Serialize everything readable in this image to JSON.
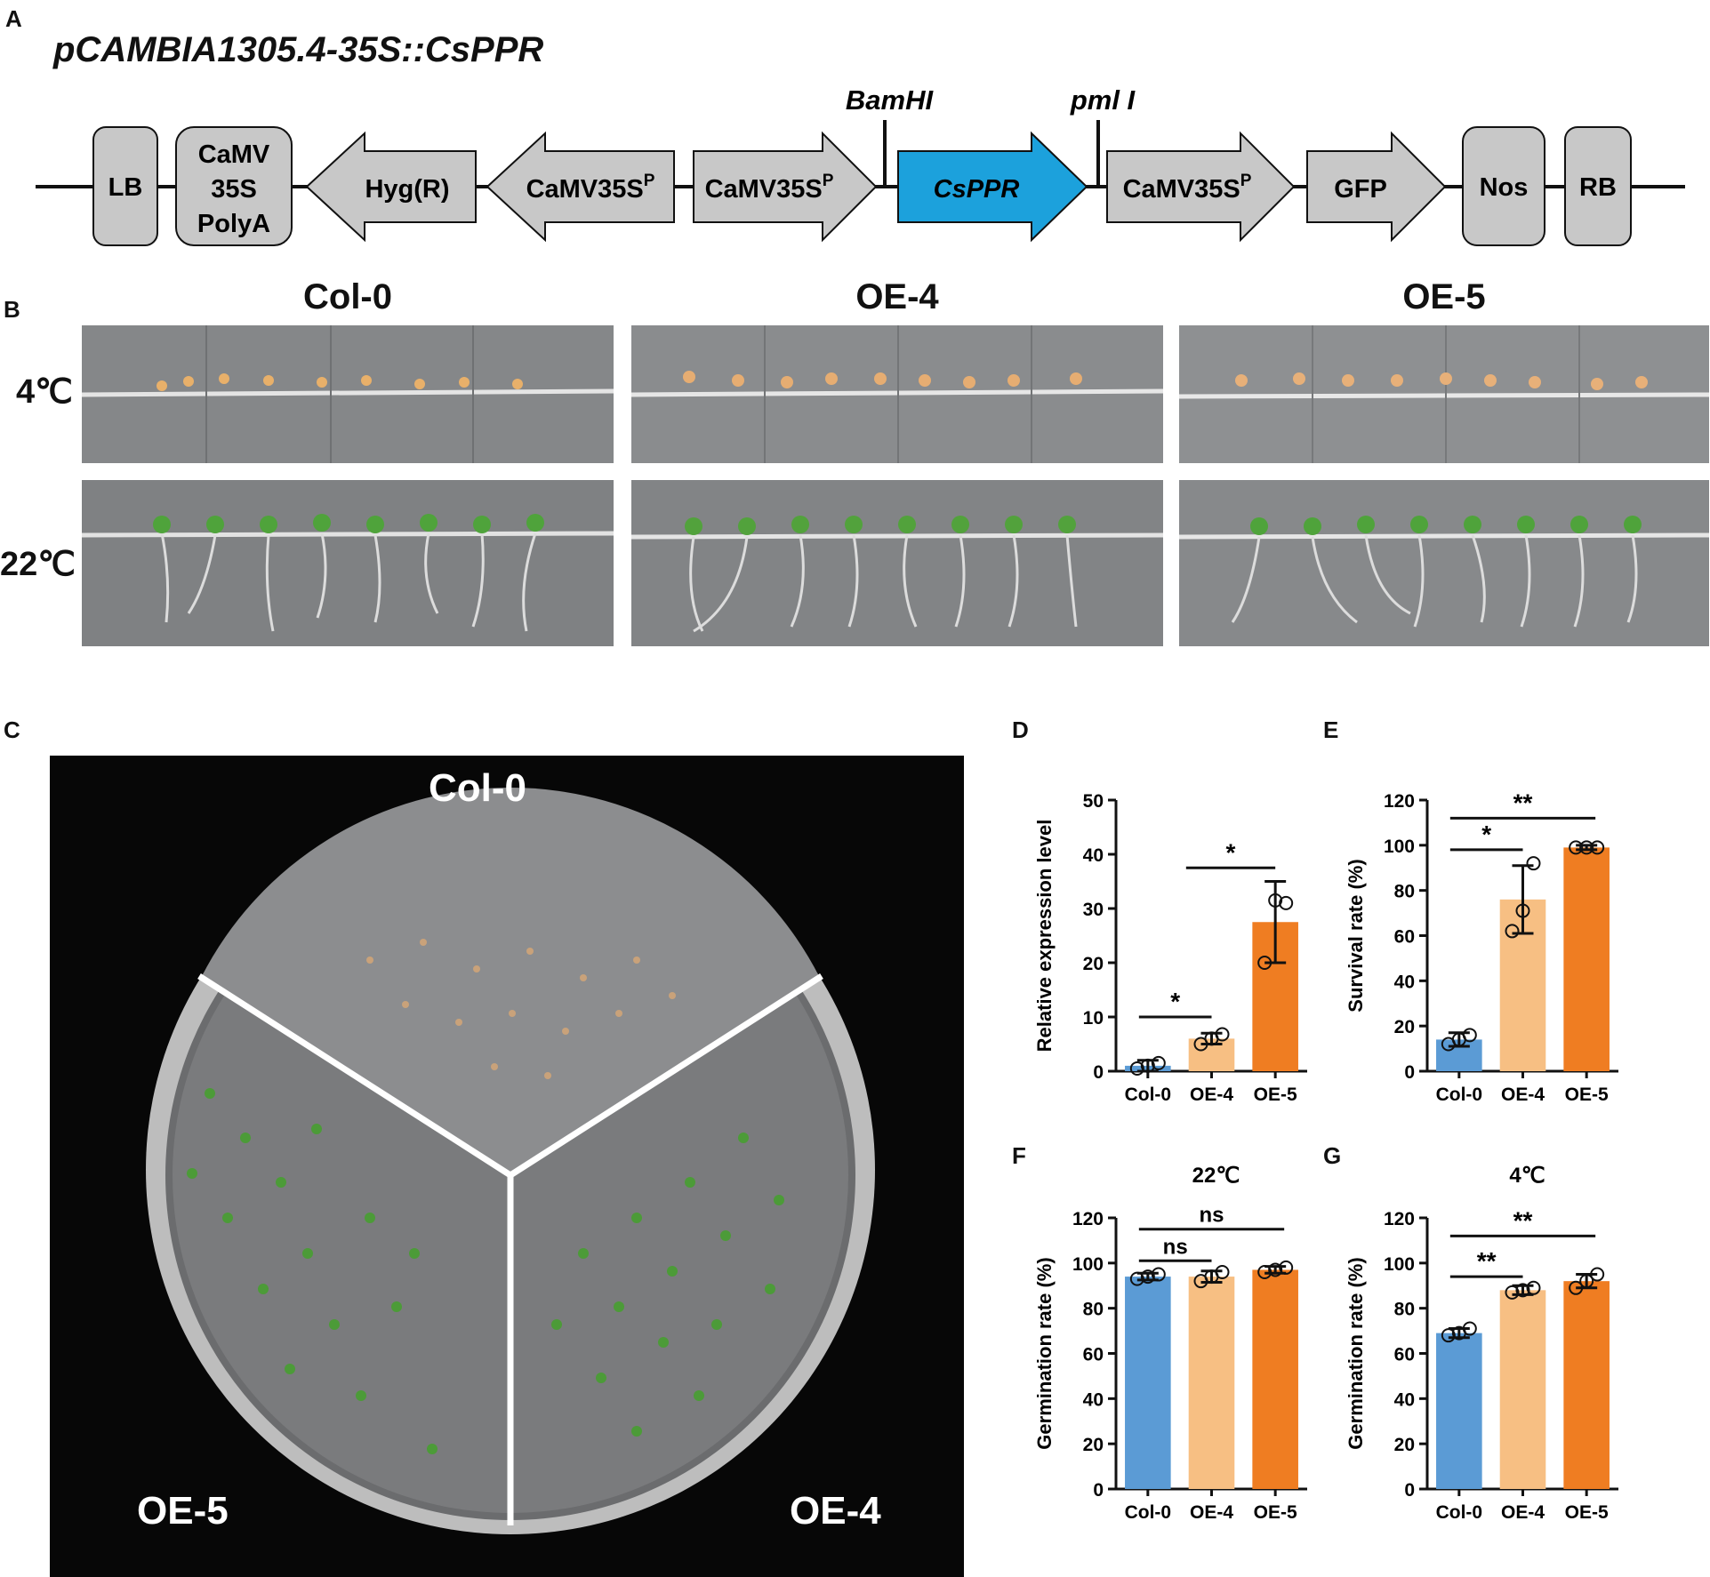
{
  "panels": {
    "a": "A",
    "b": "B",
    "c": "C",
    "d": "D",
    "e": "E",
    "f": "F",
    "g": "G"
  },
  "construct": {
    "title": "pCAMBIA1305.4-35S::CsPPR",
    "site1": "BamHI",
    "site2": "pml I",
    "elements": {
      "lb": "LB",
      "polyA_1": "CaMV",
      "polyA_2": "35S",
      "polyA_3": "PolyA",
      "hyg": "Hyg(R)",
      "camv1": "CaMV35S",
      "camv2": "CaMV35S",
      "csppr": "CsPPR",
      "camv3": "CaMV35S",
      "gfp": "GFP",
      "nos": "Nos",
      "rb": "RB",
      "sup": "P"
    },
    "colors": {
      "box": "#c8c8c8",
      "highlight": "#1ca1dc"
    }
  },
  "seedlings": {
    "columns": [
      "Col-0",
      "OE-4",
      "OE-5"
    ],
    "rows": [
      "4℃",
      "22℃"
    ]
  },
  "plate": {
    "top": "Col-0",
    "left": "OE-5",
    "right": "OE-4"
  },
  "colors": {
    "col0": "#5b9bd5",
    "oe4": "#f7bf83",
    "oe5": "#ef7d22"
  },
  "chart_data": [
    {
      "panel": "D",
      "type": "bar",
      "title": "",
      "categories": [
        "Col-0",
        "OE-4",
        "OE-5"
      ],
      "values": [
        1.0,
        6.0,
        27.5
      ],
      "errors": [
        1.0,
        1.0,
        7.5
      ],
      "points": [
        [
          0.5,
          1.0,
          1.5
        ],
        [
          5.0,
          6.0,
          6.8
        ],
        [
          20.0,
          31.5,
          31.0
        ]
      ],
      "ylabel": "Relative expression level",
      "ylim": [
        0,
        50
      ],
      "yticks": [
        "0",
        "10",
        "20",
        "30",
        "40",
        "50"
      ],
      "significance": [
        {
          "from": 0,
          "to": 1,
          "label": "*",
          "y": 10
        },
        {
          "from": 0.6,
          "to": 2,
          "label": "*",
          "y": 37.5
        }
      ]
    },
    {
      "panel": "E",
      "type": "bar",
      "title": "",
      "categories": [
        "Col-0",
        "OE-4",
        "OE-5"
      ],
      "values": [
        14,
        76,
        99
      ],
      "errors": [
        3,
        15,
        1
      ],
      "points": [
        [
          12,
          14,
          16
        ],
        [
          62,
          71,
          92
        ],
        [
          99,
          99,
          99
        ]
      ],
      "ylabel": "Survival rate (%)",
      "ylim": [
        0,
        120
      ],
      "yticks": [
        "0",
        "20",
        "40",
        "60",
        "80",
        "100",
        "120"
      ],
      "significance": [
        {
          "from": 0,
          "to": 1,
          "label": "*",
          "y": 98
        },
        {
          "from": 0,
          "to": 2,
          "label": "**",
          "y": 112
        }
      ]
    },
    {
      "panel": "F",
      "type": "bar",
      "title": "22℃",
      "categories": [
        "Col-0",
        "OE-4",
        "OE-5"
      ],
      "values": [
        94,
        94,
        97
      ],
      "errors": [
        1.5,
        2.5,
        1.5
      ],
      "points": [
        [
          93,
          94,
          95
        ],
        [
          92,
          94,
          96
        ],
        [
          96,
          97,
          98
        ]
      ],
      "ylabel": "Germination rate (%)",
      "ylim": [
        0,
        120
      ],
      "yticks": [
        "0",
        "20",
        "40",
        "60",
        "80",
        "100",
        "120"
      ],
      "significance": [
        {
          "from": 0,
          "to": 1,
          "label": "ns",
          "y": 101
        },
        {
          "from": 0,
          "to": 2,
          "label": "ns",
          "y": 115
        }
      ]
    },
    {
      "panel": "G",
      "type": "bar",
      "title": "4℃",
      "categories": [
        "Col-0",
        "OE-4",
        "OE-5"
      ],
      "values": [
        69,
        88,
        92
      ],
      "errors": [
        2,
        2,
        3
      ],
      "points": [
        [
          68,
          69,
          71
        ],
        [
          87,
          88,
          89
        ],
        [
          89,
          92,
          95
        ]
      ],
      "ylabel": "Germination rate (%)",
      "ylim": [
        0,
        120
      ],
      "yticks": [
        "0",
        "20",
        "40",
        "60",
        "80",
        "100",
        "120"
      ],
      "significance": [
        {
          "from": 0,
          "to": 1,
          "label": "**",
          "y": 94
        },
        {
          "from": 0,
          "to": 2,
          "label": "**",
          "y": 112
        }
      ]
    }
  ]
}
